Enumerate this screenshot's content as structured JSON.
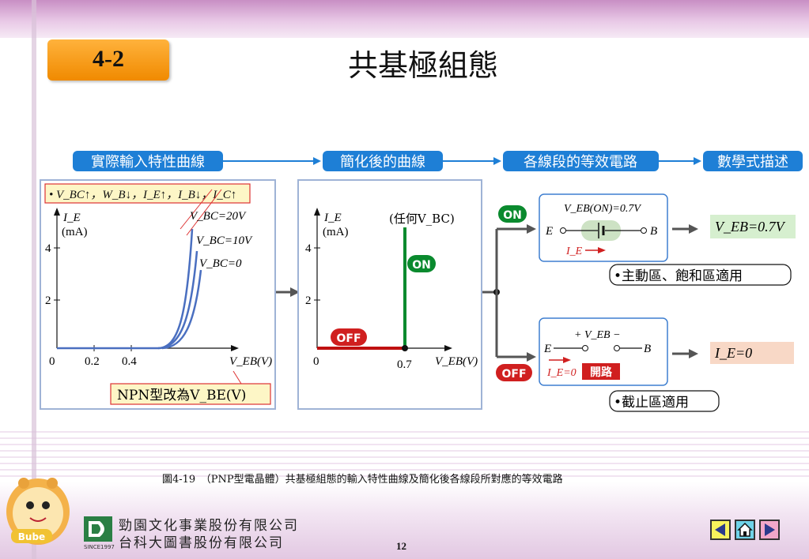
{
  "slide": {
    "section_number": "4-2",
    "title": "共基極組態",
    "caption": "圖4-19　（PNP型電晶體）共基極組態的輸入特性曲線及簡化後各線段所對應的等效電路",
    "page_number": "12",
    "publisher_line1": "勁園文化事業股份有限公司",
    "publisher_line2": "台科大圖書股份有限公司",
    "publisher_since": "SINCE1997",
    "mascot_label": "Bube"
  },
  "flow_steps": [
    "實際輸入特性曲線",
    "簡化後的曲線",
    "各線段的等效電路",
    "數學式描述"
  ],
  "panel1": {
    "note": "• V_BC↑，W_B↓，I_E↑，I_B↓，I_C↑",
    "y_label": "I_E",
    "y_unit": "(mA)",
    "y_ticks": [
      "4",
      "2"
    ],
    "x_ticks": [
      "0",
      "0.2",
      "0.4"
    ],
    "x_label": "V_EB(V)",
    "curve_labels": [
      "V_BC=20V",
      "V_BC=10V",
      "V_BC=0"
    ],
    "npn_note": "NPN型改為V_BE(V)"
  },
  "panel2": {
    "y_label": "I_E",
    "y_unit": "(mA)",
    "y_ticks": [
      "4",
      "2"
    ],
    "x_ticks": [
      "0",
      "0.7"
    ],
    "x_label": "V_EB(V)",
    "any_label": "(任何V_BC)",
    "on_label": "ON",
    "off_label": "OFF"
  },
  "circuit_on": {
    "tag": "ON",
    "voltage": "V_EB(ON)=0.7V",
    "node_e": "E",
    "node_b": "B",
    "current": "I_E",
    "result": "V_EB=0.7V",
    "region": "•主動區、飽和區適用"
  },
  "circuit_off": {
    "tag": "OFF",
    "voltage": "+ V_EB −",
    "node_e": "E",
    "node_b": "B",
    "current": "I_E=0",
    "open_label": "開路",
    "result": "I_E=0",
    "region": "•截止區適用"
  },
  "colors": {
    "badge_orange": "#f39a12",
    "flow_blue": "#1e7fd6",
    "curve_blue": "#4a6fc0",
    "on_green": "#0a8a2e",
    "off_red": "#cc1f1f",
    "result_green": "#d6efcf",
    "result_peach": "#f8d8c6"
  },
  "icons": [
    "mascot-icon",
    "company-logo-icon",
    "prev-arrow-icon",
    "home-icon",
    "next-arrow-icon"
  ]
}
